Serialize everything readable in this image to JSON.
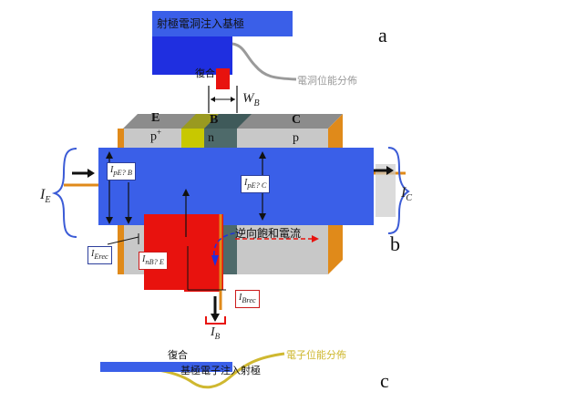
{
  "labels": {
    "top_banner": "射極電洞注入基極",
    "hole_distribution": "電洞位能分佈",
    "recomb_top": "復合",
    "width_label": "W",
    "width_sub": "B",
    "emitter_letter": "E",
    "emitter_type": "p",
    "emitter_sup": "+",
    "base_letter": "B",
    "base_type": "n",
    "collector_letter": "C",
    "collector_type": "p",
    "I_pEB": "I",
    "I_pEB_sub": "pE? B",
    "I_pEC": "I",
    "I_pEC_sub": "pE? C",
    "I_E": "I",
    "I_E_sub": "E",
    "I_C": "I",
    "I_C_sub": "C",
    "I_Erec": "I",
    "I_Erec_sub": "Erec",
    "I_nBE": "I",
    "I_nBE_sub": "nB? E",
    "reverse_saturation": "逆向飽和電流",
    "I_Brec": "I",
    "I_Brec_sub": "Brec",
    "I_B": "I",
    "I_B_sub": "B",
    "recomb_bottom": "復合",
    "electron_injection": "基極電子注入射極",
    "electron_distribution": "電子位能分佈",
    "panel_a": "a",
    "panel_b": "b",
    "panel_c": "c"
  },
  "colors": {
    "blue_band": "#3a5fe8",
    "deep_blue": "#1f2fe0",
    "red": "#e8120e",
    "base_yellow": "#c8c800",
    "region_gray": "#c8c8c8",
    "dark_teal": "#4e6a6a",
    "orange": "#e08a1a",
    "brace_blue": "#3b5bd6",
    "gray_curve": "#9a9a9a",
    "gold_curve": "#cfb830"
  }
}
